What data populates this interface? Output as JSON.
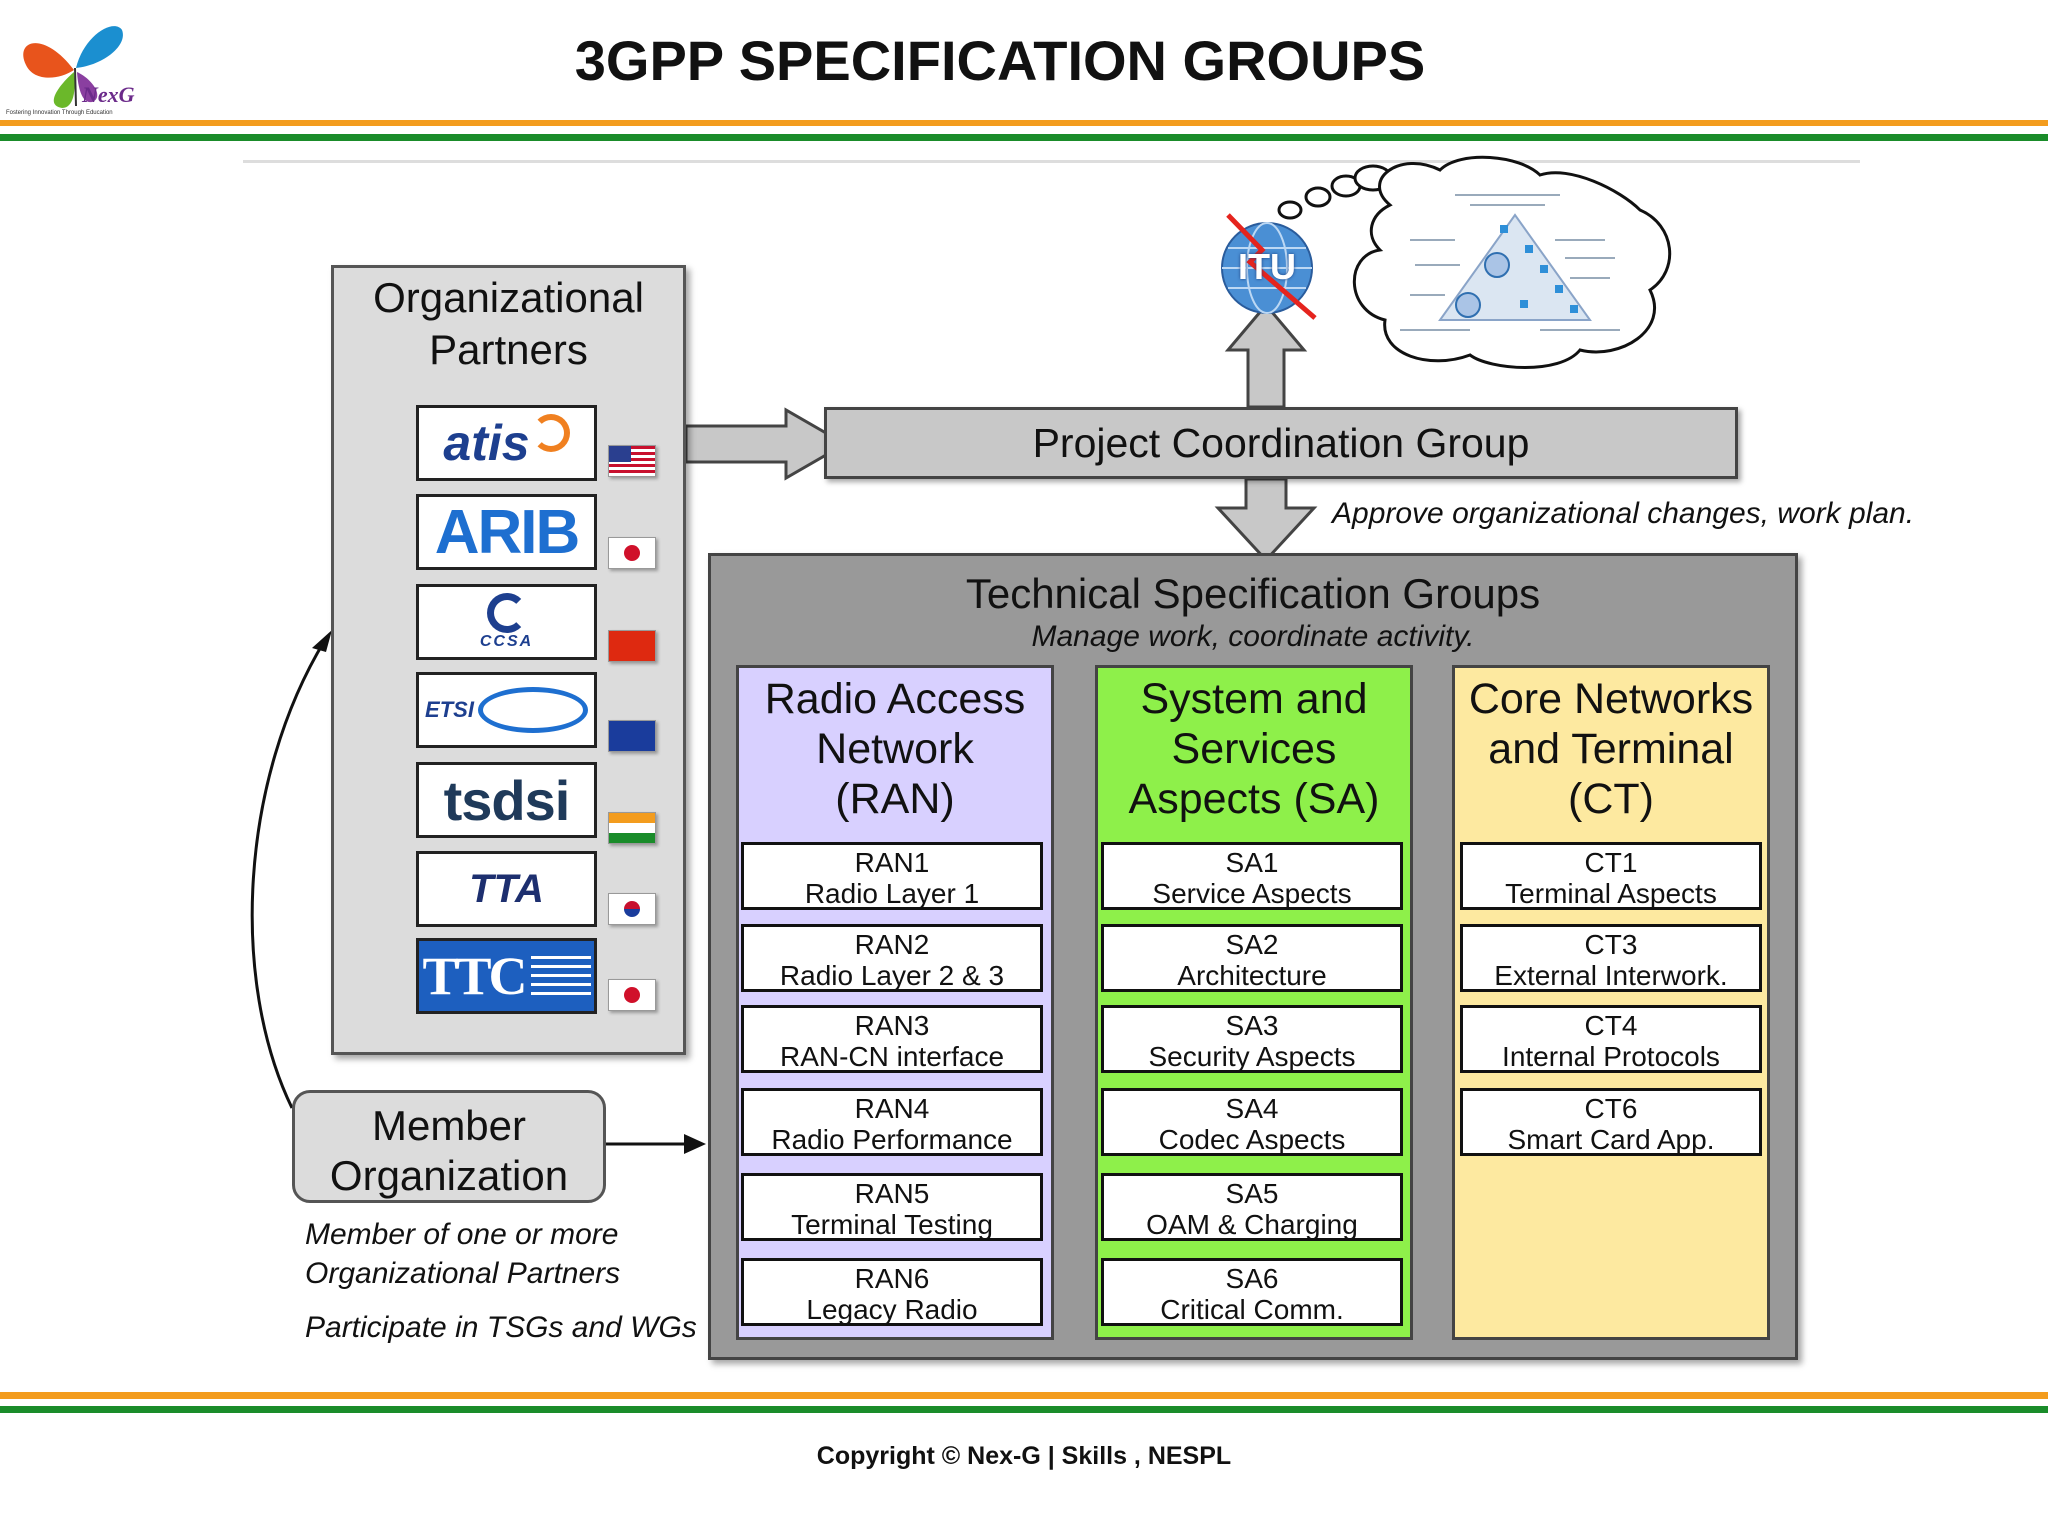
{
  "title": "3GPP SPECIFICATION GROUPS",
  "logo": {
    "text": "NexG",
    "tagline": "Fostering Innovation Through Education"
  },
  "org_partners": {
    "title_line1": "Organizational",
    "title_line2": "Partners",
    "logos": [
      "atis",
      "ARIB",
      "CCSA",
      "ETSI",
      "tsdsi",
      "TTA",
      "TTC"
    ]
  },
  "member": {
    "line1": "Member",
    "line2": "Organization",
    "note1": "Member of one or more",
    "note2": "Organizational Partners",
    "note3": "Participate in TSGs and WGs"
  },
  "itu": {
    "label": "ITU"
  },
  "pcg": {
    "label": "Project Coordination Group",
    "note": "Approve organizational changes, work plan."
  },
  "tsg": {
    "title": "Technical Specification Groups",
    "subtitle": "Manage work, coordinate activity.",
    "columns": [
      {
        "head": [
          "Radio Access",
          "Network",
          "(RAN)"
        ],
        "color": "#d8d0ff",
        "groups": [
          {
            "id": "RAN1",
            "name": "Radio Layer 1"
          },
          {
            "id": "RAN2",
            "name": "Radio Layer 2 & 3"
          },
          {
            "id": "RAN3",
            "name": "RAN-CN interface"
          },
          {
            "id": "RAN4",
            "name": "Radio Performance"
          },
          {
            "id": "RAN5",
            "name": "Terminal Testing"
          },
          {
            "id": "RAN6",
            "name": "Legacy Radio"
          }
        ]
      },
      {
        "head": [
          "System and",
          "Services",
          "Aspects (SA)"
        ],
        "color": "#8ef04a",
        "groups": [
          {
            "id": "SA1",
            "name": "Service Aspects"
          },
          {
            "id": "SA2",
            "name": "Architecture"
          },
          {
            "id": "SA3",
            "name": "Security Aspects"
          },
          {
            "id": "SA4",
            "name": "Codec Aspects"
          },
          {
            "id": "SA5",
            "name": "OAM & Charging"
          },
          {
            "id": "SA6",
            "name": "Critical Comm."
          }
        ]
      },
      {
        "head": [
          "Core Networks",
          "and Terminal",
          "(CT)"
        ],
        "color": "#fde9a0",
        "groups": [
          {
            "id": "CT1",
            "name": "Terminal Aspects"
          },
          {
            "id": "CT3",
            "name": "External Interwork."
          },
          {
            "id": "CT4",
            "name": "Internal Protocols"
          },
          {
            "id": "CT6",
            "name": "Smart Card  App."
          }
        ]
      }
    ]
  },
  "copyright": "Copyright © Nex-G | Skills , NESPL",
  "colors": {
    "orange": "#f39c1e",
    "green": "#1a8c2a"
  }
}
